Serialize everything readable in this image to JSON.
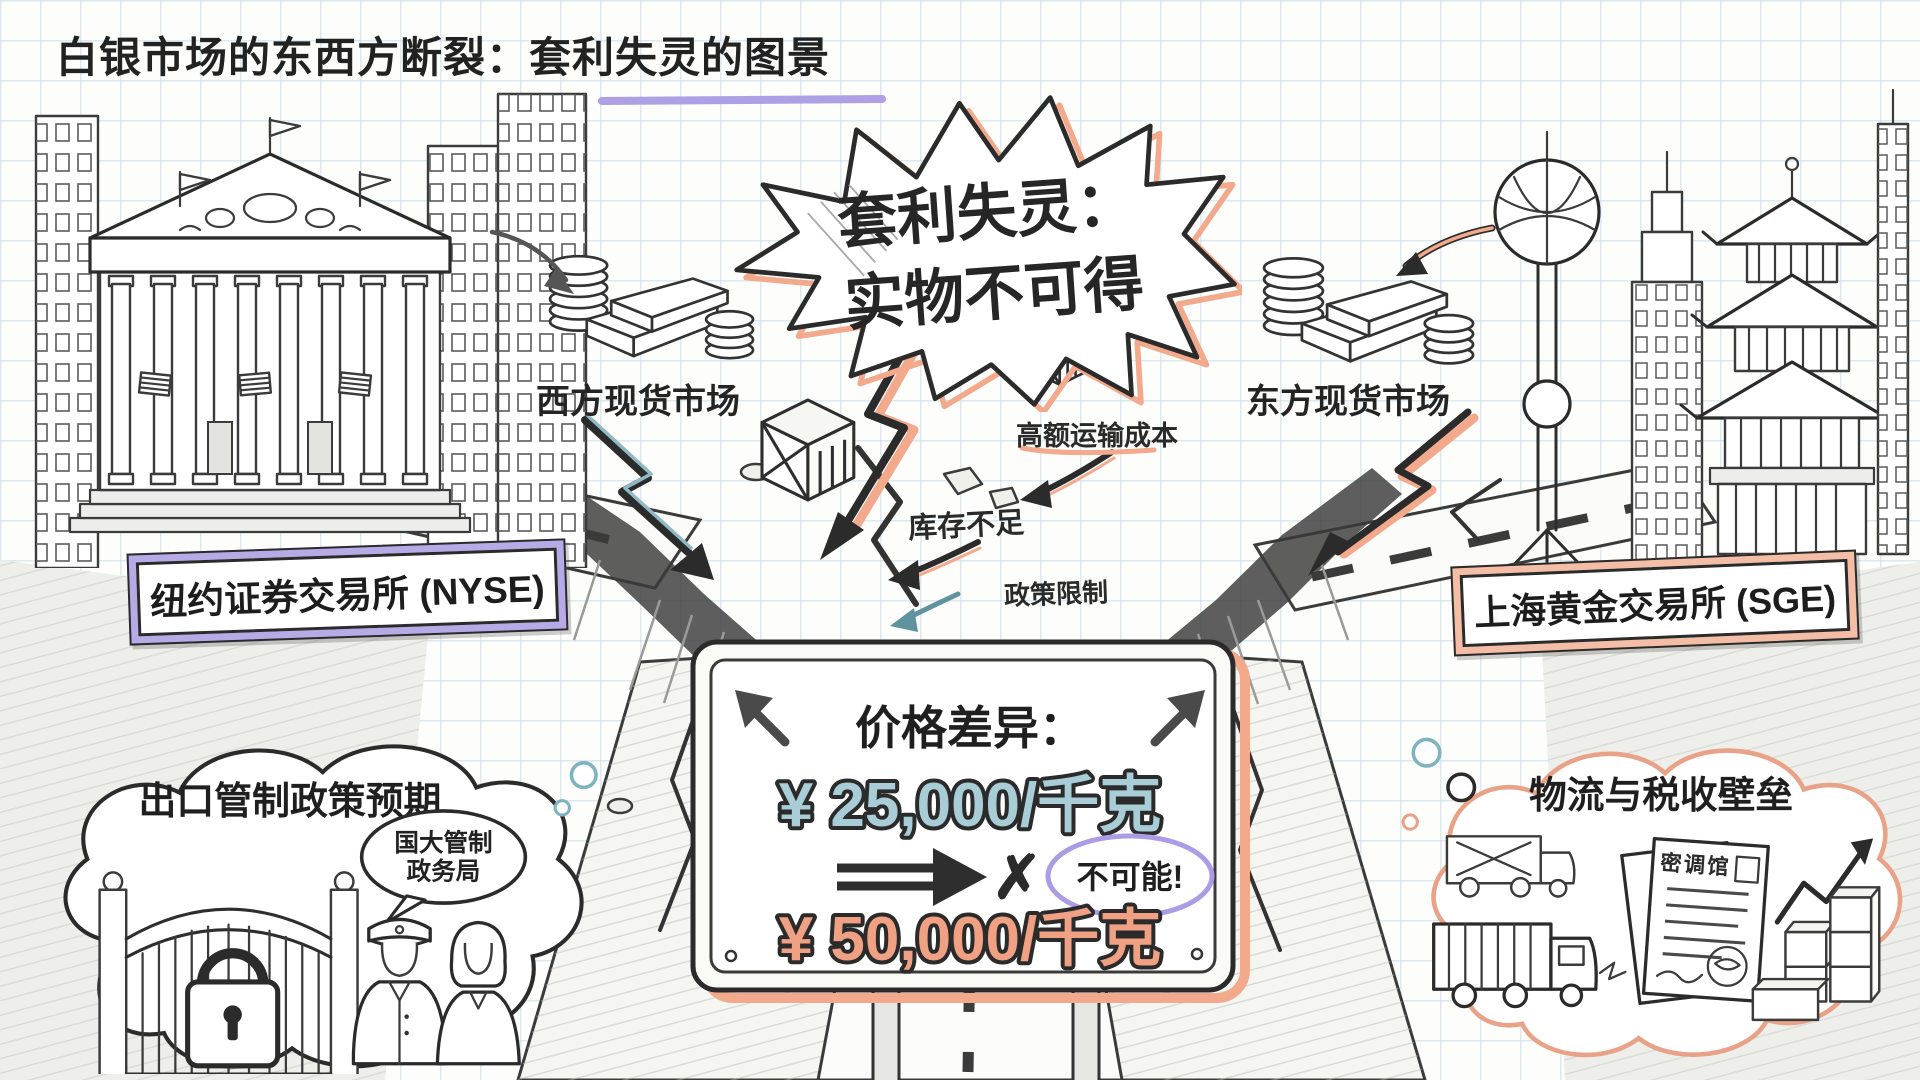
{
  "title": {
    "text": "白银市场的东西方断裂：套利失灵的图景"
  },
  "starburst": {
    "line1": "套利失灵：",
    "line2": "实物不可得"
  },
  "labels": {
    "west_market": "西方现货市场",
    "east_market": "东方现货市场",
    "transport_cost": "高额运输成本",
    "low_inventory": "库存不足",
    "policy_limit": "政策限制"
  },
  "banners": {
    "nyse": "纽约证券交易所 (NYSE)",
    "sge": "上海黄金交易所 (SGE)"
  },
  "price_sign": {
    "heading": "价格差异：",
    "west_price": "¥ 25,000/千克",
    "cross": "✗",
    "impossible": "不可能!",
    "east_price": "¥ 50,000/千克"
  },
  "left_cloud": {
    "title": "出口管制政策预期",
    "bubble_line1": "国大管制",
    "bubble_line2": "政务局"
  },
  "right_cloud": {
    "title": "物流与税收壁垒",
    "document_header": "密调馆"
  },
  "colors": {
    "ink": "#2B2B2B",
    "salmon": "#F2A98C",
    "price_west_blue": "#A9CDD6",
    "price_east_orange": "#F0A183",
    "purple": "#ADA0E4",
    "teal": "#8FB9C4",
    "grid": "#D9E6EF"
  }
}
